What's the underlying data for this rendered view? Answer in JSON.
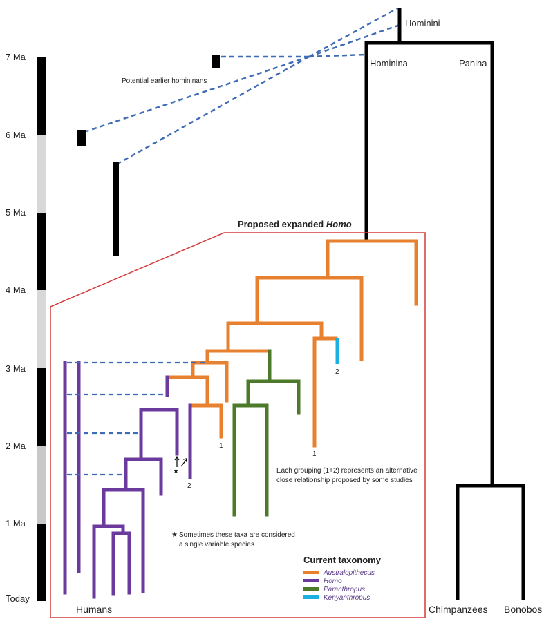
{
  "time_axis": {
    "labels": [
      "7 Ma",
      "6 Ma",
      "5 Ma",
      "4 Ma",
      "3 Ma",
      "2 Ma",
      "1 Ma",
      "Today"
    ]
  },
  "clades": {
    "hominini": "Hominini",
    "hominina": "Hominina",
    "panina": "Panina"
  },
  "notes": {
    "earlier_hominins": "Potential earlier homininans",
    "grouping_line1": "Each grouping (1+2) represents an alternative",
    "grouping_line2": "close relationship proposed by some studies",
    "star_line1": "Sometimes these taxa are considered",
    "star_line2": "a single variable species",
    "star_symbol": "★"
  },
  "box_title": {
    "prefix": "Proposed expanded ",
    "genus": "Homo"
  },
  "markers": {
    "one": "1",
    "two": "2"
  },
  "tips": {
    "humans": "Humans",
    "chimpanzees": "Chimpanzees",
    "bonobos": "Bonobos"
  },
  "legend": {
    "title": "Current taxonomy",
    "items": [
      {
        "label": "Australopithecus",
        "color": "#e8812f"
      },
      {
        "label": "Homo",
        "color": "#6a3a9c"
      },
      {
        "label": "Paranthropus",
        "color": "#4d7a2a"
      },
      {
        "label": "Kenyanthropus",
        "color": "#1ab0e0"
      }
    ]
  },
  "colors": {
    "black": "#000000",
    "grey_band": "#d8d8d8",
    "box_border": "#d43b3b",
    "dashed": "#3f6cb5"
  }
}
